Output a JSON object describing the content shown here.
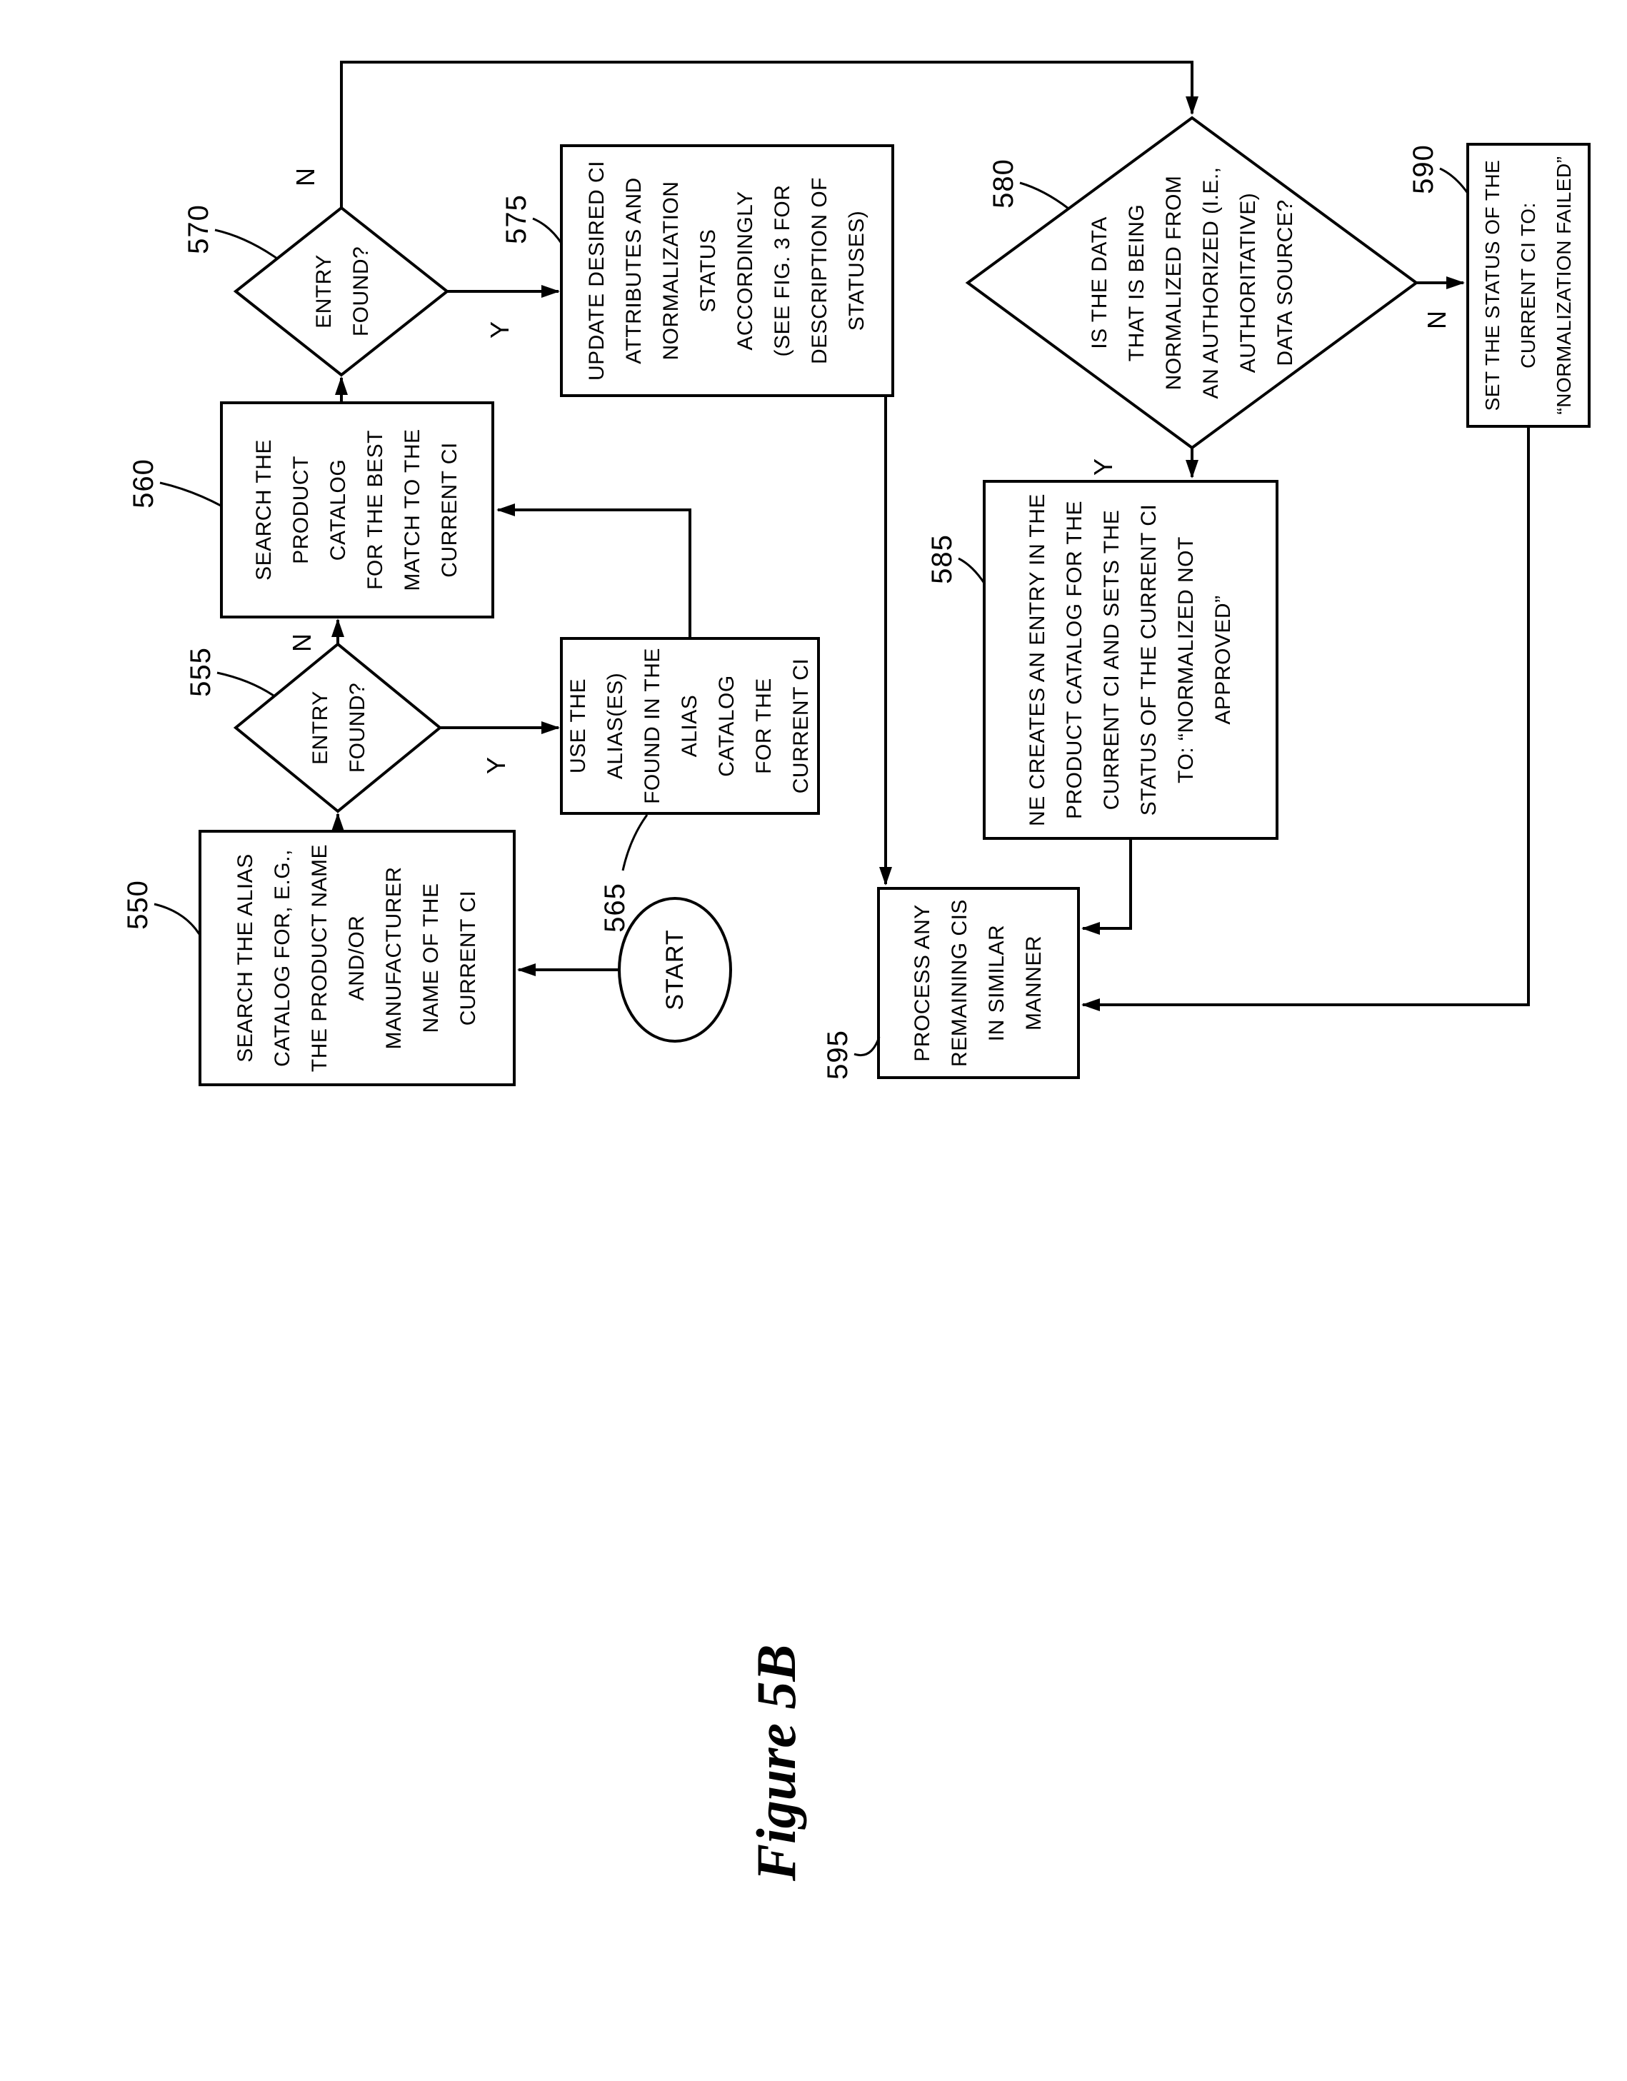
{
  "figure_label": "Figure 5B",
  "colors": {
    "ink": "#000000",
    "paper": "#ffffff"
  },
  "branch_labels": {
    "yes": "Y",
    "no": "N"
  },
  "nodes": {
    "start": {
      "ref": "",
      "text": "START",
      "type": "terminal"
    },
    "n550": {
      "ref": "550",
      "type": "process",
      "text": "SEARCH THE ALIAS\nCATALOG FOR, E.G.,\nTHE PRODUCT NAME\nAND/OR\nMANUFACTURER\nNAME OF THE\nCURRENT CI"
    },
    "n555": {
      "ref": "555",
      "type": "decision",
      "text": "ENTRY\nFOUND?"
    },
    "n560": {
      "ref": "560",
      "type": "process",
      "text": "SEARCH THE\nPRODUCT CATALOG\nFOR THE BEST\nMATCH TO THE\nCURRENT CI"
    },
    "n565": {
      "ref": "565",
      "type": "process",
      "text": "USE THE\nALIAS(ES)\nFOUND IN THE\nALIAS CATALOG\nFOR THE\nCURRENT CI"
    },
    "n570": {
      "ref": "570",
      "type": "decision",
      "text": "ENTRY\nFOUND?"
    },
    "n575": {
      "ref": "575",
      "type": "process",
      "text": "UPDATE DESIRED CI\nATTRIBUTES AND\nNORMALIZATION\nSTATUS ACCORDINGLY\n(SEE FIG. 3 FOR\nDESCRIPTION OF\nSTATUSES)"
    },
    "n580": {
      "ref": "580",
      "type": "decision",
      "text": "IS THE DATA\nTHAT IS BEING\nNORMALIZED FROM\nAN AUTHORIZED (I.E.,\nAUTHORITATIVE)\nDATA SOURCE?"
    },
    "n585": {
      "ref": "585",
      "type": "process",
      "text": "NE CREATES AN ENTRY IN THE\nPRODUCT CATALOG FOR THE\nCURRENT CI AND SETS THE\nSTATUS OF THE CURRENT CI\nTO: “NORMALIZED NOT\nAPPROVED”"
    },
    "n590": {
      "ref": "590",
      "type": "process",
      "text": "SET THE STATUS OF THE\nCURRENT CI TO:\n“NORMALIZATION FAILED”"
    },
    "n595": {
      "ref": "595",
      "type": "process",
      "text": "PROCESS ANY\nREMAINING CIS\nIN SIMILAR\nMANNER"
    }
  }
}
